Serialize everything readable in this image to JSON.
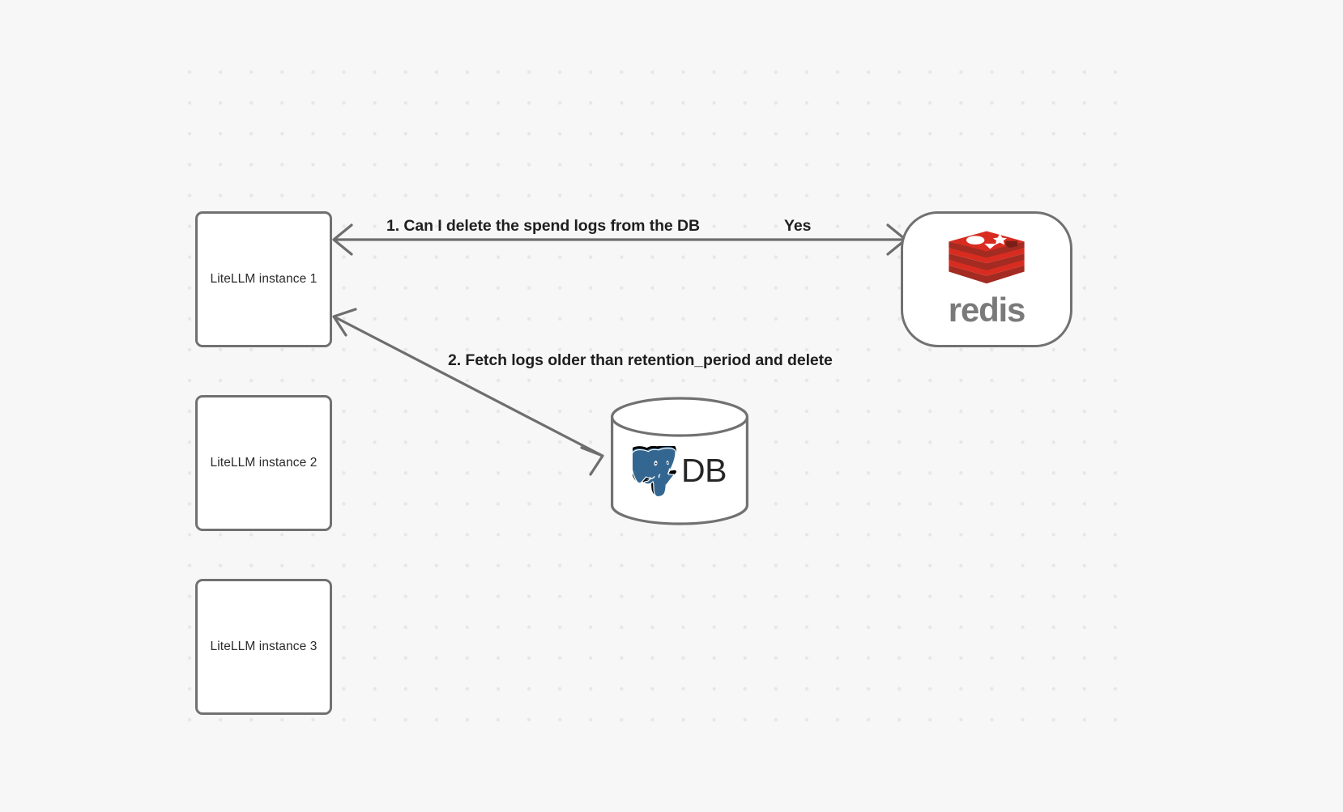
{
  "canvas": {
    "background_color": "#f7f7f7",
    "grid": "dot-grid",
    "grid_dot_color": "#e6e7e8"
  },
  "nodes": {
    "instances": [
      {
        "id": "litellm-1",
        "label": "LiteLLM instance 1"
      },
      {
        "id": "litellm-2",
        "label": "LiteLLM instance 2"
      },
      {
        "id": "litellm-3",
        "label": "LiteLLM instance 3"
      }
    ],
    "redis": {
      "id": "redis",
      "wordmark": "redis",
      "logo_color": "#d82c20",
      "wordmark_color": "#7a7a7a"
    },
    "database": {
      "id": "db",
      "label": "DB",
      "logo": "postgresql-elephant",
      "logo_color": "#336791"
    }
  },
  "edges": {
    "labels": {
      "step_1": "1.  Can I delete the spend logs from the DB",
      "answer": "Yes",
      "step_2": "2.  Fetch logs older than retention_period and delete"
    },
    "stroke_color": "#6e6e6e"
  }
}
